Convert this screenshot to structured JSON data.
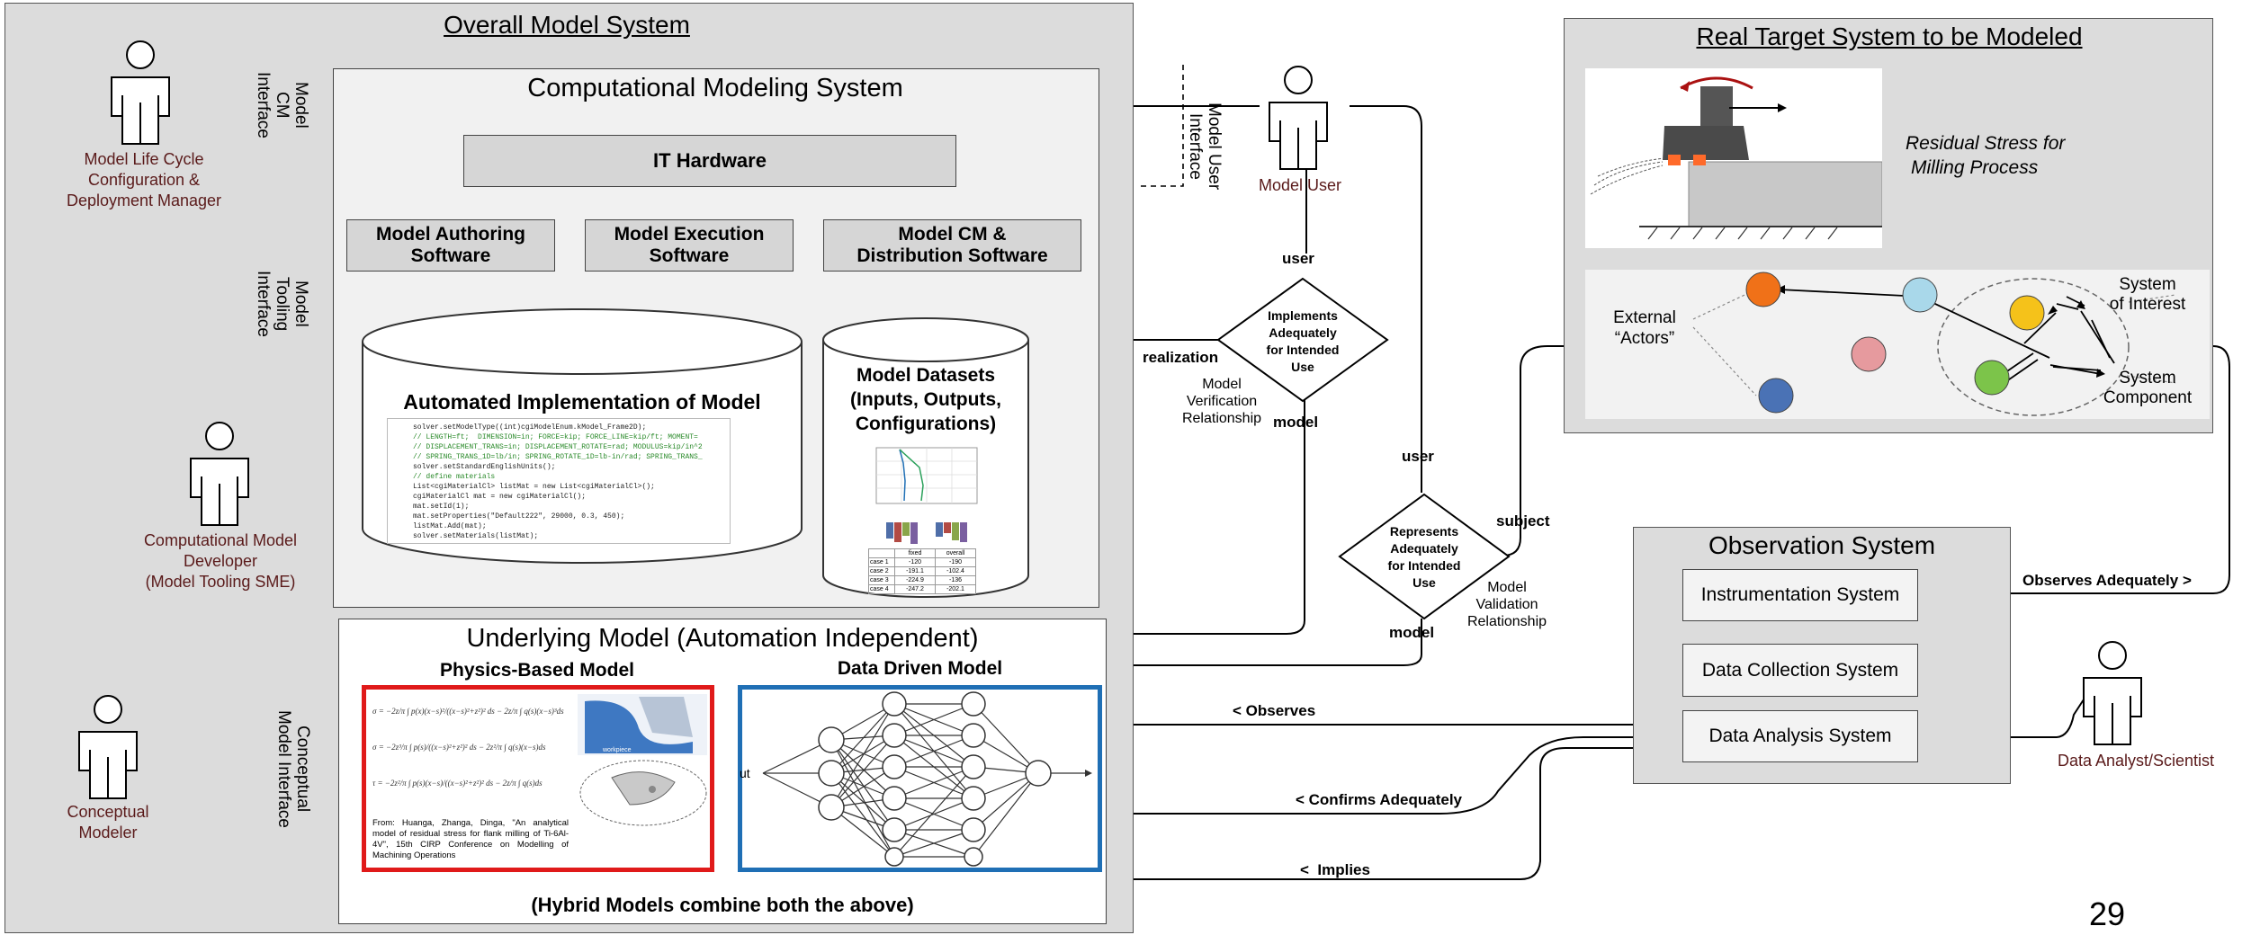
{
  "overall": {
    "title": "Overall Model System"
  },
  "cms": {
    "title": "Computational Modeling System",
    "it_hardware": "IT Hardware",
    "authoring_l1": "Model Authoring",
    "authoring_l2": "Software",
    "execution_l1": "Model Execution",
    "execution_l2": "Software",
    "cm_l1": "Model CM &",
    "cm_l2": "Distribution Software",
    "automated_impl": "Automated Implementation of Model",
    "datasets_l1": "Model Datasets",
    "datasets_l2": "(Inputs, Outputs,",
    "datasets_l3": "Configurations)"
  },
  "code_lines": [
    "solver.setModelType((int)cgiModelEnum.kModel_Frame2D);",
    "",
    "// LENGTH=ft;  DIMENSION=in; FORCE=kip; FORCE_LINE=kip/ft; MOMENT=",
    "// DISPLACEMENT_TRANS=in; DISPLACEMENT_ROTATE=rad; MODULUS=kip/in^2",
    "// SPRING_TRANS_1D=lb/in; SPRING_ROTATE_1D=lb-in/rad; SPRING_TRANS_",
    "solver.setStandardEnglishUnits();",
    "",
    "// define materials",
    "List<cgiMaterialCl> listMat = new List<cgiMaterialCl>();",
    "cgiMaterialCl mat = new cgiMaterialCl();",
    "mat.setId(1);",
    "mat.setProperties(\"Default222\", 29000, 0.3, 450);",
    "listMat.Add(mat);",
    "solver.setMaterials(listMat);"
  ],
  "mini_table": {
    "headers": [
      "fixed",
      "overall"
    ],
    "rows": [
      [
        "case 1",
        "-120",
        "-190"
      ],
      [
        "case 2",
        "-191.1",
        "-102.4"
      ],
      [
        "case 3",
        "-224.9",
        "-136"
      ],
      [
        "case 4",
        "-247.2",
        "-202.1"
      ]
    ]
  },
  "underlying": {
    "title": "Underlying Model (Automation Independent)",
    "physics_title": "Physics-Based Model",
    "data_title": "Data Driven Model",
    "hybrid": "(Hybrid Models combine both the above)",
    "citation": "From: Huanga, Zhanga, Dinga, \"An analytical model of residual stress for flank milling of Ti-6Al-4V\", 15th CIRP Conference on Modelling of Machining Operations",
    "nn_input": "ut"
  },
  "actors": {
    "lifecycle_l1": "Model Life Cycle",
    "lifecycle_l2": "Configuration &",
    "lifecycle_l3": "Deployment Manager",
    "developer_l1": "Computational Model",
    "developer_l2": "Developer",
    "developer_l3": "(Model  Tooling SME)",
    "conceptual_l1": "Conceptual",
    "conceptual_l2": "Modeler",
    "user": "Model User",
    "analyst": "Data Analyst/Scientist"
  },
  "interfaces": {
    "cm_l1": "Model CM",
    "cm_l2": "Interface",
    "tooling_l1": "Model Tooling",
    "tooling_l2": "Interface",
    "conceptual_l1": "Conceptual",
    "conceptual_l2": "Model Interface",
    "user": "Model User Interface"
  },
  "verification": {
    "d1": "Implements",
    "d2": "Adequately",
    "d3": "for Intended",
    "d4": "Use",
    "user": "user",
    "realization": "realization",
    "model": "model",
    "rel1": "Model",
    "rel2": "Verification",
    "rel3": "Relationship"
  },
  "validation": {
    "d1": "Represents",
    "d2": "Adequately",
    "d3": "for Intended",
    "d4": "Use",
    "user": "user",
    "subject": "subject",
    "model": "model",
    "rel1": "Model",
    "rel2": "Validation",
    "rel3": "Relationship"
  },
  "target": {
    "title": "Real Target System to be Modeled",
    "residual_l1": "Residual Stress for",
    "residual_l2": "Milling Process",
    "external_l1": "External",
    "external_l2": "“Actors”",
    "soi_l1": "System",
    "soi_l2": "of Interest",
    "comp_l1": "System",
    "comp_l2": "Component"
  },
  "observation": {
    "title": "Observation System",
    "instrumentation": "Instrumentation System",
    "collection": "Data Collection System",
    "analysis": "Data Analysis System"
  },
  "relations": {
    "observes_adequately": "Observes Adequately >",
    "observes": "< Observes",
    "confirms": "< Confirms Adequately",
    "implies": "<  Implies"
  },
  "page_number": "29"
}
